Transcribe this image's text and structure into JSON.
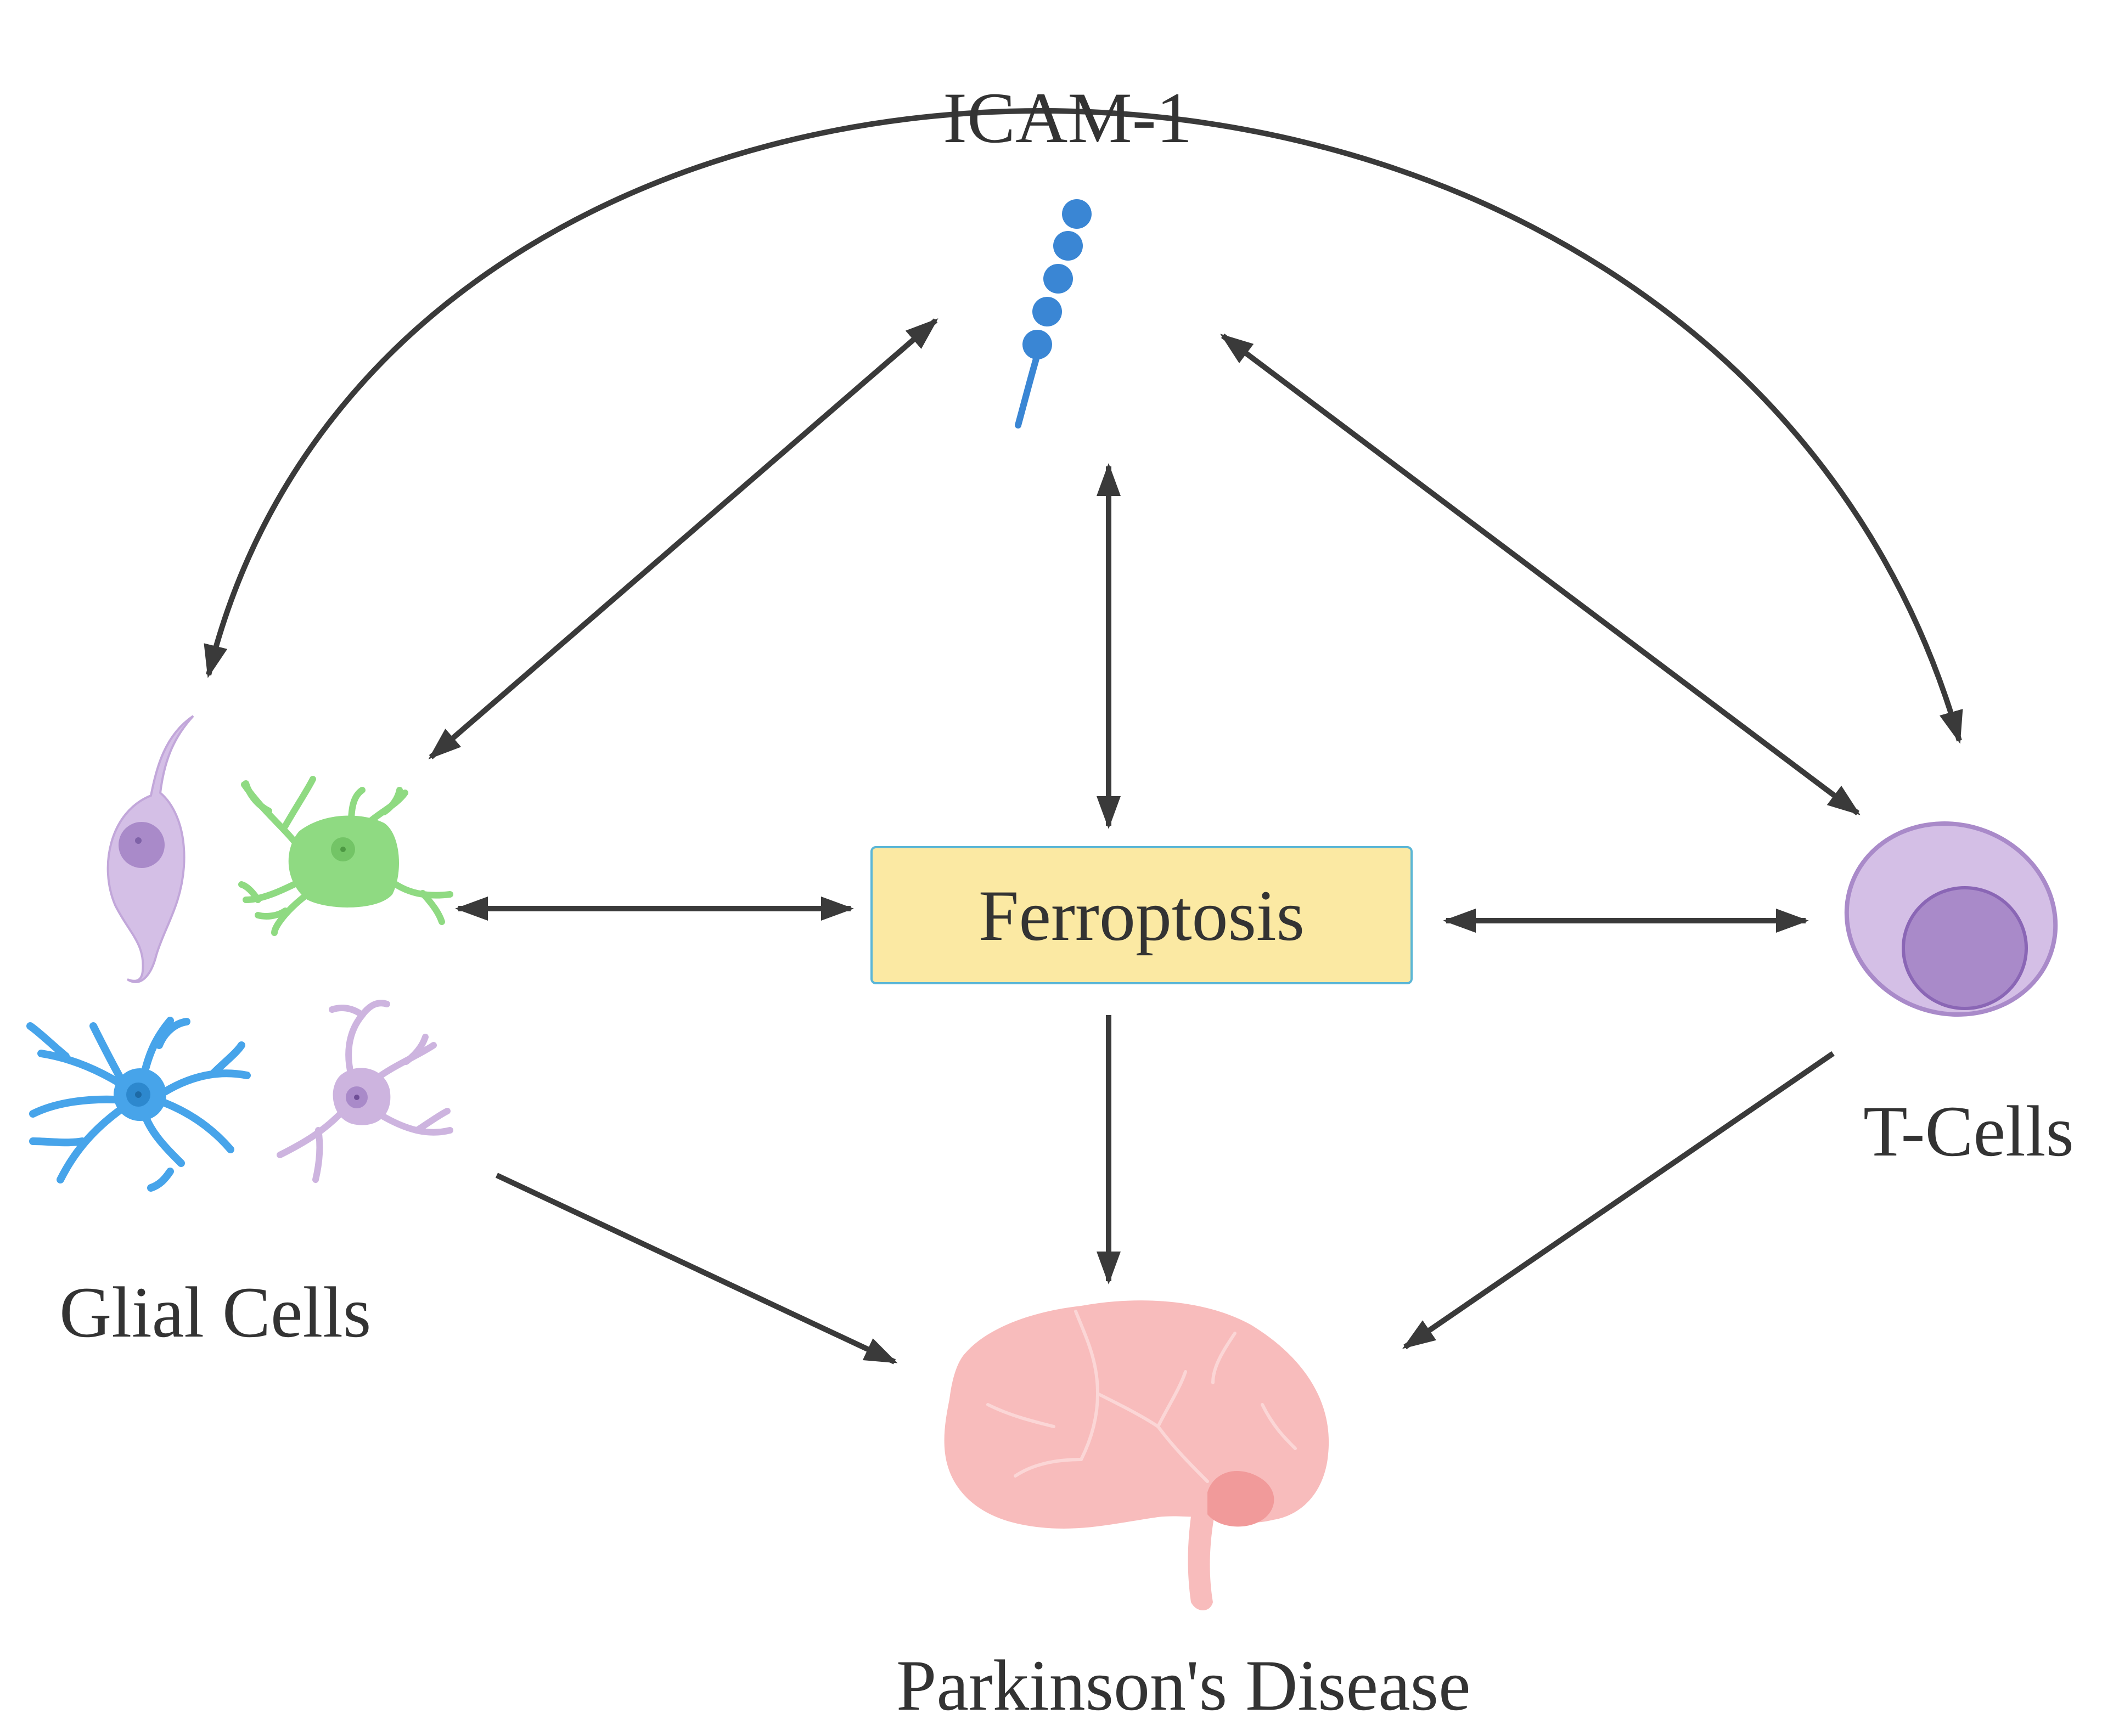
{
  "nodes": {
    "icam": "ICAM-1",
    "ferroptosis": "Ferroptosis",
    "t_cells": "T-Cells",
    "glial_cells": "Glial Cells",
    "parkinsons": "Parkinson's Disease"
  },
  "icons": {
    "icam": "icam-1-molecule-icon",
    "glial": "glial-cells-icon",
    "t_cell": "t-cell-icon",
    "brain": "brain-icon"
  },
  "colors": {
    "arrow": "#3a3a3a",
    "center_fill": "#fbe9a3",
    "center_border": "#5bb6d6",
    "icam_blue": "#3a86d4",
    "tcell_outer": "#d2bde3",
    "tcell_inner": "#a98ac9",
    "brain": "#f8bcbc",
    "glial_green": "#8fda82",
    "glial_blue": "#47a4ea",
    "glial_purple": "#cdb4df"
  }
}
